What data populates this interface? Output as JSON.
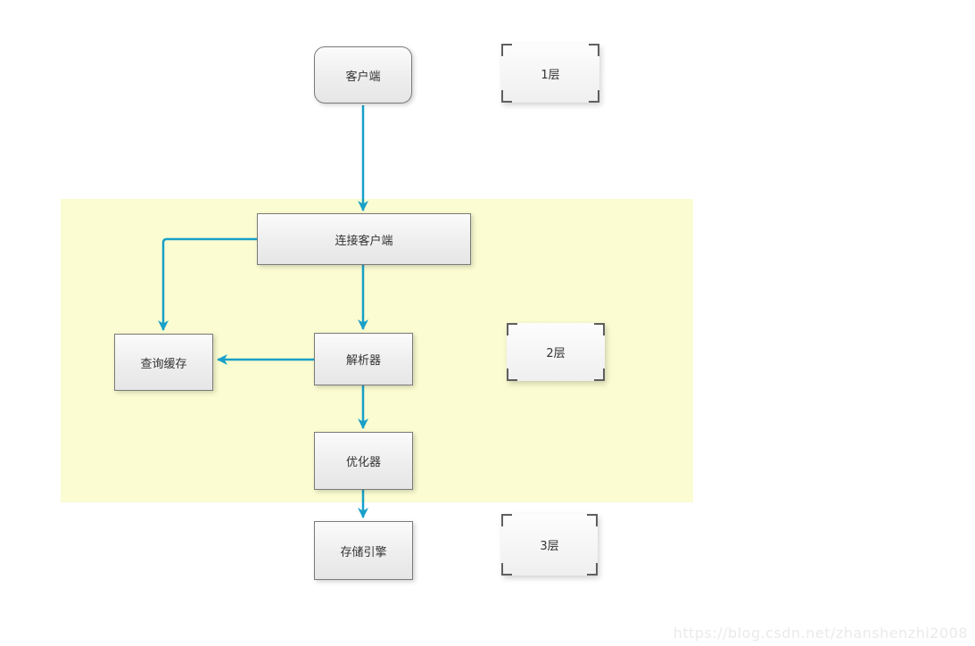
{
  "diagram": {
    "nodes": {
      "client": {
        "label": "客户端"
      },
      "connect": {
        "label": "连接客户端"
      },
      "query_cache": {
        "label": "查询缓存"
      },
      "parser": {
        "label": "解析器"
      },
      "optimizer": {
        "label": "优化器"
      },
      "storage_engine": {
        "label": "存储引擎"
      }
    },
    "layers": {
      "layer1": {
        "label": "1层"
      },
      "layer2": {
        "label": "2层"
      },
      "layer3": {
        "label": "3层"
      }
    },
    "edges": [
      {
        "from": "client",
        "to": "connect"
      },
      {
        "from": "connect",
        "to": "query_cache"
      },
      {
        "from": "connect",
        "to": "parser"
      },
      {
        "from": "parser",
        "to": "query_cache"
      },
      {
        "from": "parser",
        "to": "optimizer"
      },
      {
        "from": "optimizer",
        "to": "storage_engine"
      }
    ],
    "colors": {
      "arrow": "#18a0c8",
      "layer2_background": "#fbfcd1",
      "node_border": "#7a7a7a",
      "node_fill_top": "#fbfbfb",
      "node_fill_bottom": "#e6e6e6",
      "label_text": "#333333",
      "watermark_text": "#eaeaea"
    },
    "watermark": "https://blog.csdn.net/zhanshenzhi2008"
  }
}
